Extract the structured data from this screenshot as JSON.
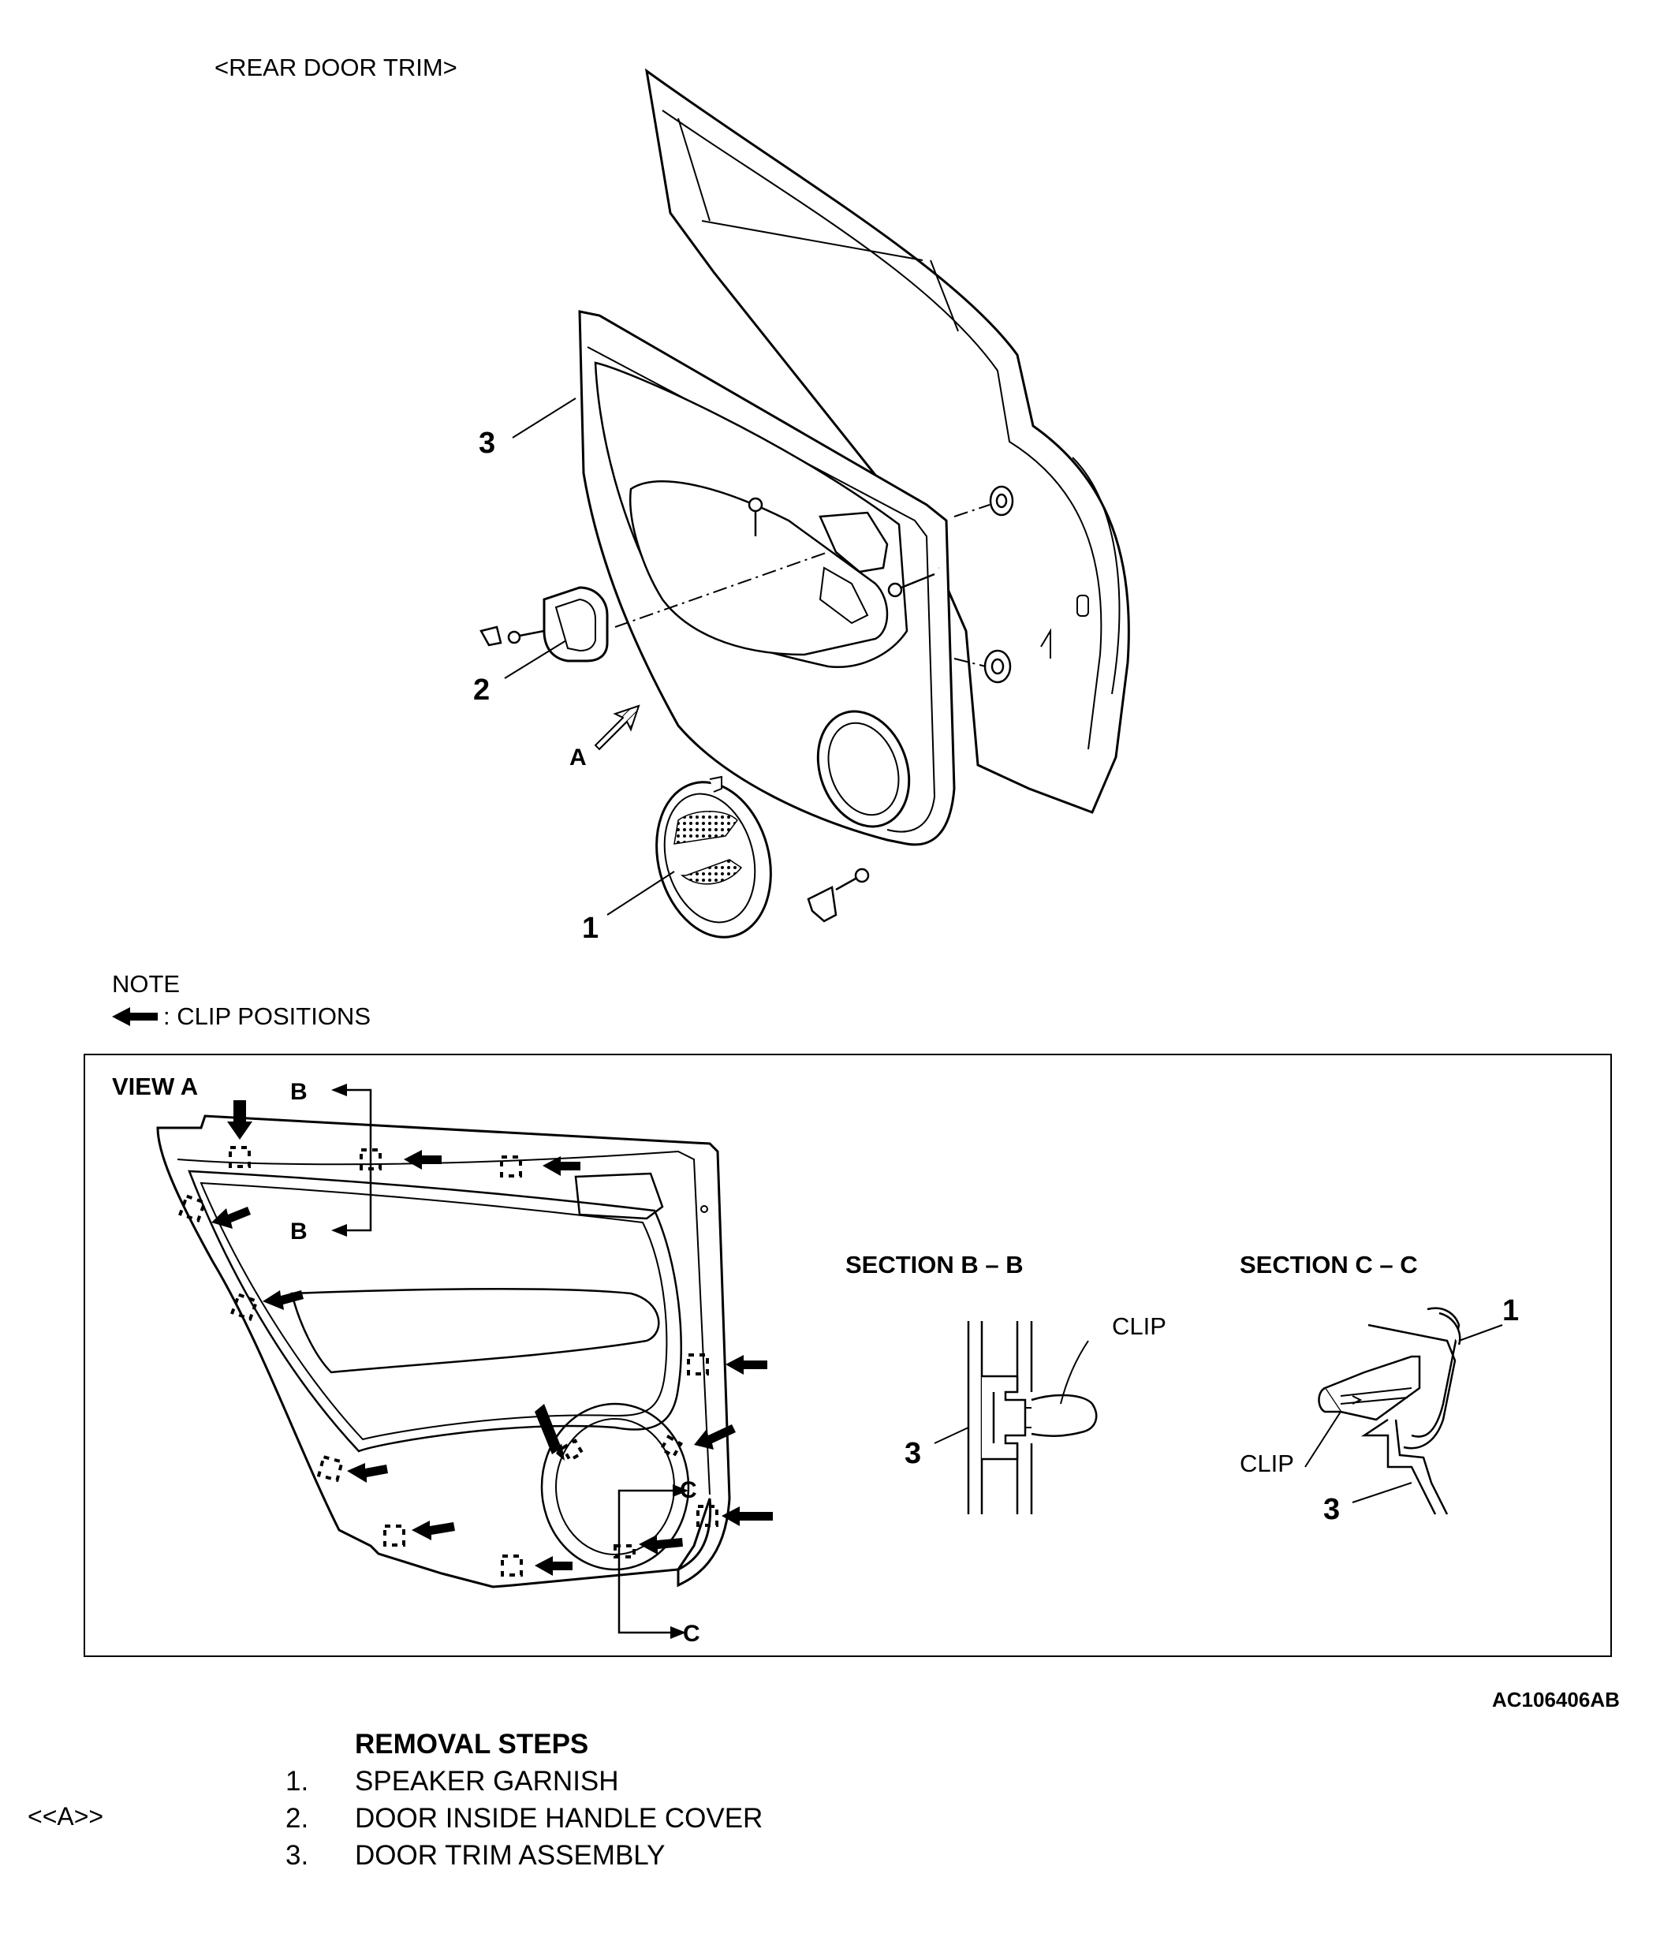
{
  "header": {
    "title": "<REAR DOOR TRIM>"
  },
  "callouts": {
    "c1": "1",
    "c2": "2",
    "c3": "3",
    "arrow_a": "A"
  },
  "note": {
    "label": "NOTE",
    "legend": ": CLIP POSITIONS"
  },
  "view_a": {
    "title": "VIEW A",
    "b_top": "B",
    "b_bottom": "B",
    "c_top": "C",
    "c_bottom": "C"
  },
  "section_bb": {
    "title": "SECTION B – B",
    "clip_label": "CLIP",
    "callout": "3"
  },
  "section_cc": {
    "title": "SECTION C – C",
    "clip_label": "CLIP",
    "callout_1": "1",
    "callout_3": "3"
  },
  "figure_id": "AC106406AB",
  "removal": {
    "heading": "REMOVAL STEPS",
    "marker": "<<A>>",
    "steps": [
      {
        "num": "1.",
        "text": "SPEAKER GARNISH"
      },
      {
        "num": "2.",
        "text": "DOOR INSIDE HANDLE COVER"
      },
      {
        "num": "3.",
        "text": "DOOR TRIM ASSEMBLY"
      }
    ]
  }
}
